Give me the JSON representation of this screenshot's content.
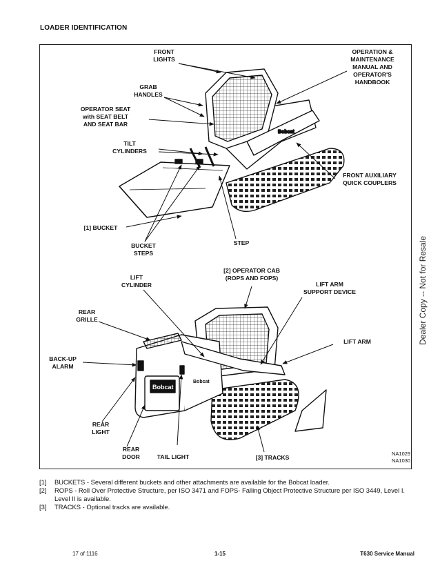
{
  "page": {
    "title": "LOADER IDENTIFICATION",
    "watermark": "Dealer Copy -- Not for Resale"
  },
  "figure": {
    "callouts": {
      "front_lights": [
        "FRONT",
        "LIGHTS"
      ],
      "manual": [
        "OPERATION &",
        "MAINTENANCE",
        "MANUAL AND",
        "OPERATOR'S",
        "HANDBOOK"
      ],
      "grab_handles": [
        "GRAB",
        "HANDLES"
      ],
      "operator_seat": [
        "OPERATOR SEAT",
        "with SEAT BELT",
        "AND SEAT BAR"
      ],
      "tilt_cylinders": [
        "TILT",
        "CYLINDERS"
      ],
      "front_aux": [
        "FRONT AUXILIARY",
        "QUICK COUPLERS"
      ],
      "bucket": [
        "[1] BUCKET"
      ],
      "bucket_steps": [
        "BUCKET",
        "STEPS"
      ],
      "step": [
        "STEP"
      ],
      "operator_cab": [
        "[2] OPERATOR CAB",
        "(ROPS AND FOPS)"
      ],
      "lift_cylinder": [
        "LIFT",
        "CYLINDER"
      ],
      "lift_arm_support": [
        "LIFT ARM",
        "SUPPORT DEVICE"
      ],
      "rear_grille": [
        "REAR",
        "GRILLE"
      ],
      "lift_arm": [
        "LIFT ARM"
      ],
      "backup_alarm": [
        "BACK-UP",
        "ALARM"
      ],
      "rear_light": [
        "REAR",
        "LIGHT"
      ],
      "rear_door": [
        "REAR",
        "DOOR"
      ],
      "tail_light": [
        "TAIL LIGHT"
      ],
      "tracks": [
        "[3] TRACKS"
      ]
    },
    "codes": [
      "NA1029",
      "NA1030"
    ],
    "logo_text": "Bobcat"
  },
  "notes": [
    {
      "num": "[1]",
      "text": "BUCKETS - Several different buckets and other attachments are available for the Bobcat loader."
    },
    {
      "num": "[2]",
      "text": "ROPS - Roll Over Protective Structure, per ISO 3471 and FOPS- Falling Object Protective Structure per ISO 3449, Level I. Level II is available."
    },
    {
      "num": "[3]",
      "text": "TRACKS - Optional tracks are available."
    }
  ],
  "footer": {
    "page_count": "17 of 1116",
    "page_number": "1-15",
    "manual_name": "T630 Service Manual"
  }
}
